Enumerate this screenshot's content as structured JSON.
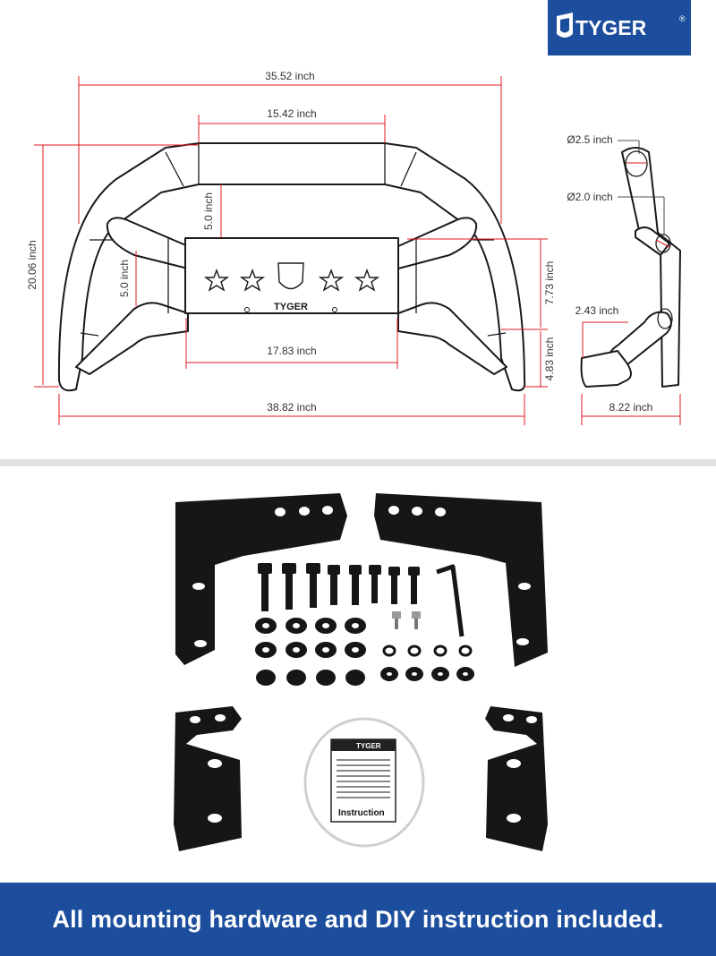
{
  "brand": {
    "name": "TYGER",
    "reg": "®"
  },
  "plate": {
    "brand": "TYGER"
  },
  "dimensions": {
    "top_width": "35.52 inch",
    "upper_tube_width": "15.42 inch",
    "upper_gap": "5.0 inch",
    "lower_gap": "5.0 inch",
    "overall_height": "20.06 inch",
    "plate_width": "17.83 inch",
    "bottom_width": "38.82 inch",
    "right_upper_height": "7.73 inch",
    "right_lower_height": "4.83 inch",
    "diameter_large": "Ø2.5 inch",
    "diameter_small": "Ø2.0 inch",
    "side_offset": "2.43 inch",
    "side_depth": "8.22 inch"
  },
  "instruction": {
    "brand": "TYGER",
    "label": "Instruction"
  },
  "footer": {
    "text": "All mounting hardware and DIY instruction included."
  },
  "colors": {
    "dimension_line": "#e0191f",
    "brand_blue": "#1c4e9d",
    "metal": "#161616"
  }
}
